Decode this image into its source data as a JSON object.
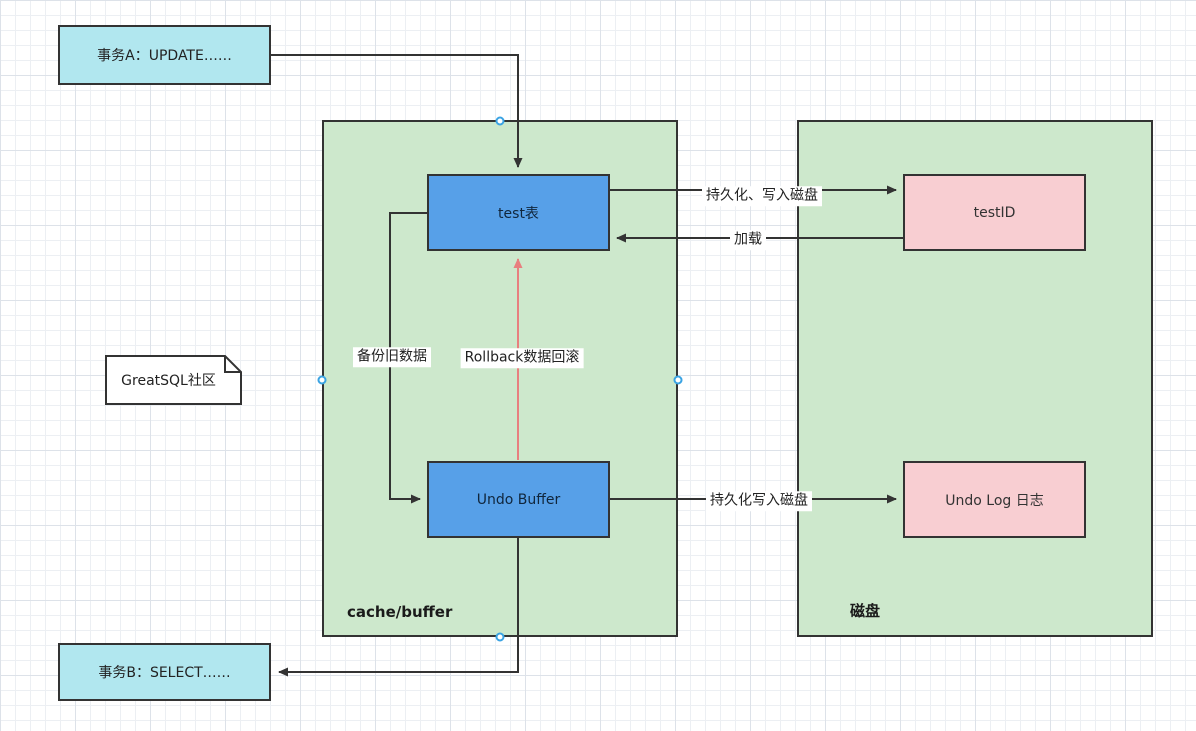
{
  "nodes": {
    "transaction_a": {
      "label": "事务A：UPDATE……"
    },
    "transaction_b": {
      "label": "事务B：SELECT……"
    },
    "note": {
      "label": "GreatSQL社区"
    },
    "cache_container": {
      "label": "cache/buffer"
    },
    "disk_container": {
      "label": "磁盘"
    },
    "test_table": {
      "label": "test表"
    },
    "undo_buffer": {
      "label": "Undo Buffer"
    },
    "test_id": {
      "label": "testID"
    },
    "undo_log": {
      "label": "Undo Log 日志"
    }
  },
  "edge_labels": {
    "persist_write": "持久化、写入磁盘",
    "load": "加载",
    "backup_old_data": "备份旧数据",
    "rollback": "Rollback数据回滚",
    "persist_undo": "持久化写入磁盘"
  },
  "colors": {
    "cyan_fill": "#b1e7ef",
    "green_fill": "#cde8cc",
    "blue_fill": "#57a0e8",
    "pink_fill": "#f8ced2",
    "shape_border": "#333333",
    "arrow": "#333333",
    "rollback_arrow": "#e87f7f",
    "connection_point": "#3aa3e3",
    "grid_line": "#dde2e9"
  }
}
